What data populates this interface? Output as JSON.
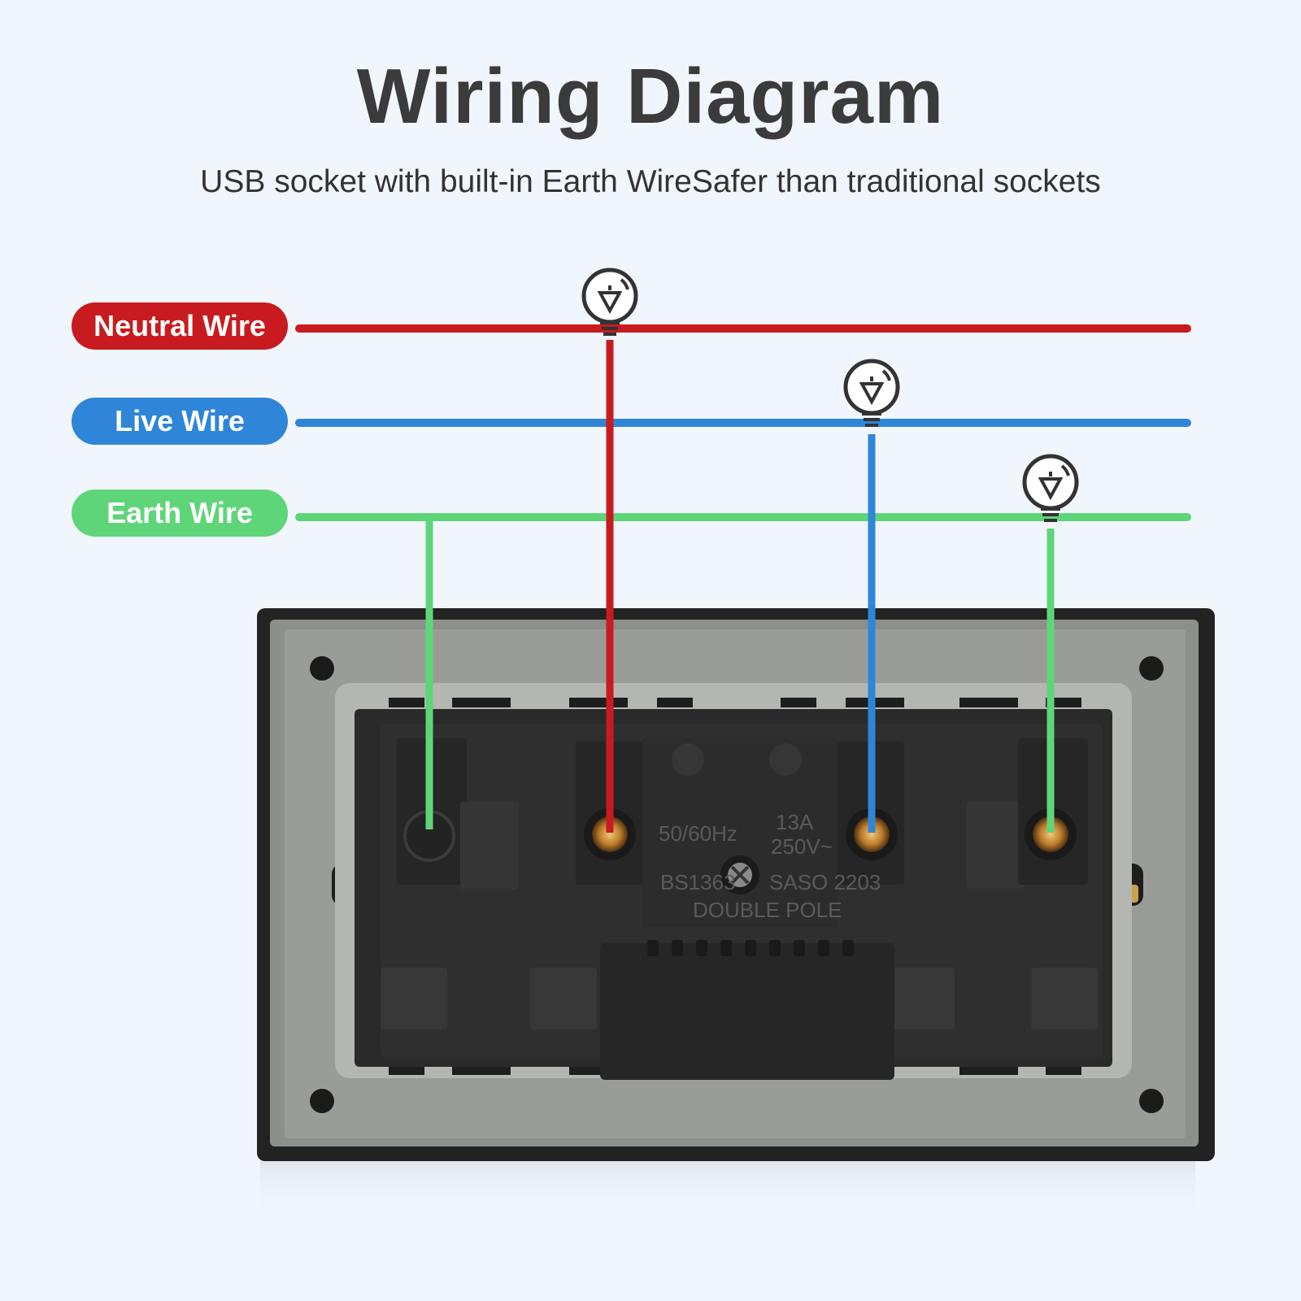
{
  "title": "Wiring Diagram",
  "subtitle": "USB socket with built-in Earth WireSafer than traditional sockets",
  "wires": [
    {
      "label": "Neutral Wire",
      "color": "#c81b1f"
    },
    {
      "label": "Live Wire",
      "color": "#2f86d8"
    },
    {
      "label": "Earth Wire",
      "color": "#5fd57a"
    }
  ],
  "socket_markings": {
    "frequency": "50/60Hz",
    "current": "13A",
    "voltage": "250V~",
    "standard_left": "BS1363",
    "standard_right": "SASO 2203",
    "pole": "DOUBLE POLE"
  },
  "icons": {
    "tester": "test-bulb-icon"
  }
}
